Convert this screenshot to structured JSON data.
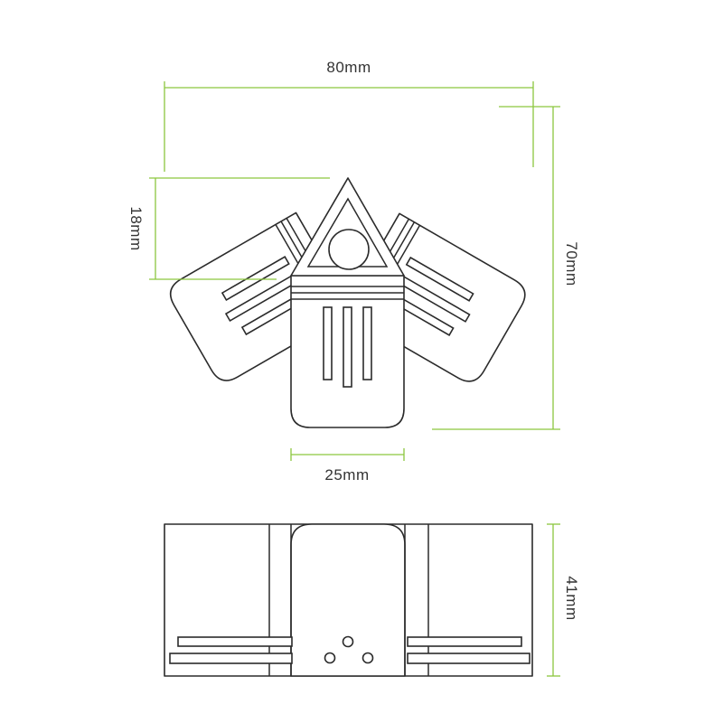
{
  "dimensions": {
    "width_top": "80mm",
    "arm_width": "18mm",
    "height_top": "70mm",
    "leg_width": "25mm",
    "thickness_side": "41mm"
  },
  "colors": {
    "dimension_line": "#8cc63f",
    "outline": "#2b2b2b",
    "text": "#333333"
  }
}
